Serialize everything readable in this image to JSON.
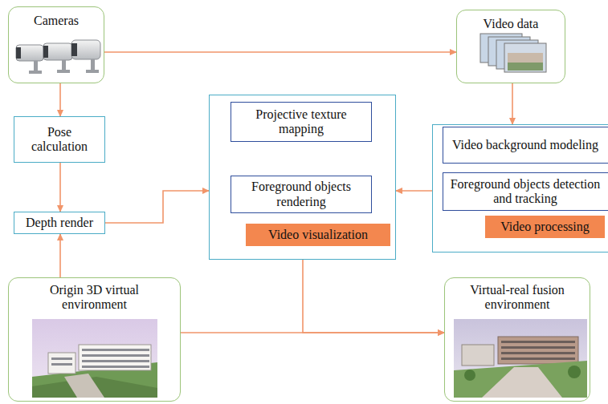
{
  "diagram": {
    "nodes": [
      {
        "text": [
          "Cameras"
        ]
      },
      {
        "text": [
          "Video data"
        ]
      },
      {
        "text": [
          "Pose calculation"
        ]
      },
      {
        "text": [
          "Video visualization"
        ]
      },
      {
        "text": [
          "Projective texture mapping"
        ],
        "in": 3
      },
      {
        "text": [
          "Foreground objects rendering"
        ],
        "in": 3
      },
      {
        "text": [
          "Video processing"
        ]
      },
      {
        "text": [
          "Video background modeling"
        ],
        "in": 6
      },
      {
        "text": [
          "Foreground objects detection and tracking"
        ],
        "in": 6
      },
      {
        "text": [
          "Depth render"
        ]
      },
      {
        "text": [
          "Origin 3D virtual environment"
        ]
      },
      {
        "text": [
          "Virtual-real fusion environment"
        ]
      }
    ],
    "edges": [
      {
        "from": 0,
        "to": 1,
        "arrow": "to"
      },
      {
        "from": 0,
        "to": 2,
        "arrow": "to"
      },
      {
        "from": 1,
        "to": 6,
        "arrow": "to"
      },
      {
        "from": 2,
        "to": 9,
        "arrow": "to"
      },
      {
        "from": 10,
        "to": 9,
        "arrow": "to"
      },
      {
        "from": 9,
        "to": 3,
        "arrow": "to"
      },
      {
        "from": 6,
        "to": 3,
        "arrow": "to"
      },
      {
        "from": 3,
        "to": 11,
        "arrow": "to"
      },
      {
        "from": 10,
        "to": 11,
        "arrow": "to"
      }
    ]
  }
}
